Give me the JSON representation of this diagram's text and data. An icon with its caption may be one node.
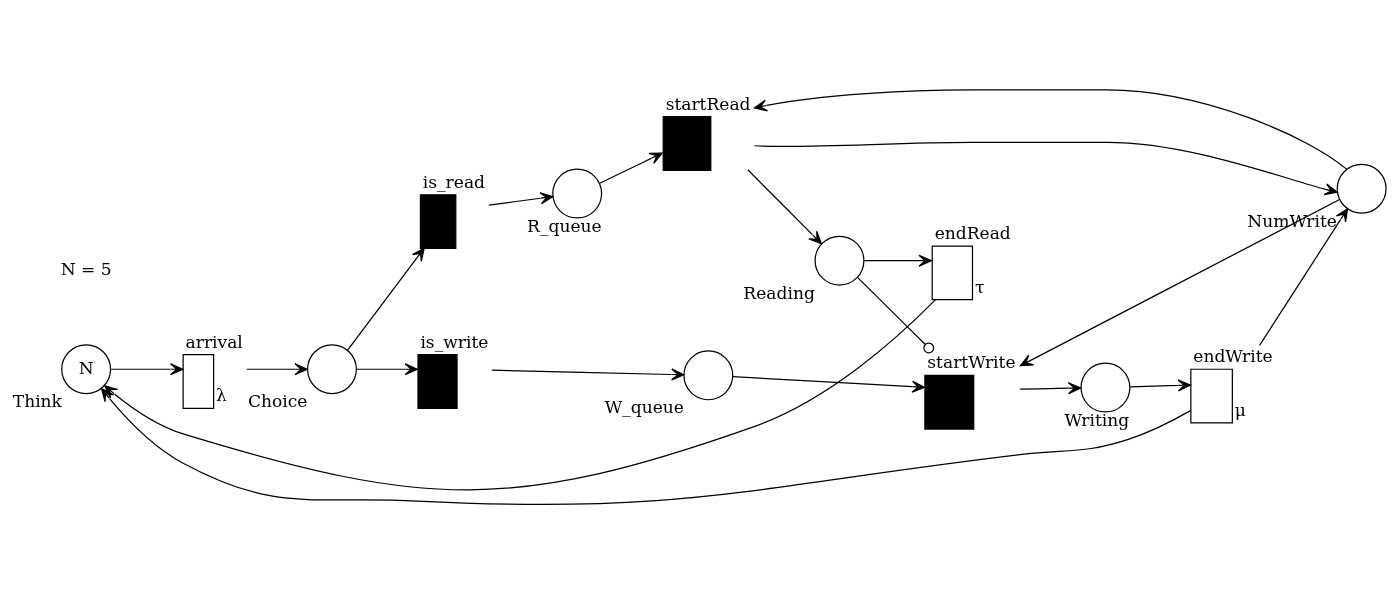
{
  "diagram": {
    "nodes": [
      {
        "text": [
          "N"
        ],
        "beside": [
          "Think"
        ]
      },
      {
        "text": [
          "arrival"
        ],
        "beside": [
          "λ"
        ]
      },
      {
        "text": [],
        "shape": "circle",
        "beside": [
          "Choice"
        ]
      },
      {
        "text": [
          "is_read"
        ]
      },
      {
        "text": [],
        "shape": "circle",
        "beside": [
          "R_queue"
        ]
      },
      {
        "text": [
          "startRead"
        ]
      },
      {
        "text": [],
        "shape": "circle",
        "beside": [
          "Reading"
        ]
      },
      {
        "text": [
          "endRead"
        ],
        "beside": [
          "τ"
        ]
      },
      {
        "text": [
          "is_write"
        ]
      },
      {
        "text": [],
        "shape": "circle",
        "beside": [
          "W_queue"
        ]
      },
      {
        "text": [
          "startWrite"
        ]
      },
      {
        "text": [],
        "shape": "circle",
        "beside": [
          "Writing"
        ]
      },
      {
        "text": [
          "endWrite"
        ],
        "beside": [
          "μ"
        ]
      },
      {
        "text": [],
        "shape": "circle",
        "beside": [
          "NumWrite"
        ]
      }
    ],
    "edges": [
      {
        "from": 0,
        "to": 1,
        "arrow": "to"
      },
      {
        "from": 1,
        "to": 2,
        "arrow": "to"
      },
      {
        "from": 2,
        "to": 3,
        "arrow": "to"
      },
      {
        "from": 2,
        "to": 8,
        "arrow": "to"
      },
      {
        "from": 3,
        "to": 4,
        "arrow": "to"
      },
      {
        "from": 4,
        "to": 5,
        "arrow": "to"
      },
      {
        "from": 5,
        "to": 6,
        "arrow": "to"
      },
      {
        "from": 6,
        "to": 7,
        "arrow": "to"
      },
      {
        "from": 7,
        "to": 0,
        "arrow": "to"
      },
      {
        "from": 8,
        "to": 9,
        "arrow": "to"
      },
      {
        "from": 9,
        "to": 10,
        "arrow": "to"
      },
      {
        "from": 10,
        "to": 11,
        "arrow": "to"
      },
      {
        "from": 11,
        "to": 12,
        "arrow": "to"
      },
      {
        "from": 12,
        "to": 0,
        "arrow": "to"
      },
      {
        "from": 13,
        "to": 5,
        "arrow": "to"
      },
      {
        "from": 5,
        "to": 13,
        "arrow": "to"
      },
      {
        "from": 13,
        "to": 10,
        "arrow": "to"
      },
      {
        "from": 12,
        "to": 13,
        "arrow": "to"
      },
      {
        "from": 6,
        "to": 10,
        "arrow": "other"
      }
    ],
    "labels": [
      "N = 5"
    ]
  }
}
